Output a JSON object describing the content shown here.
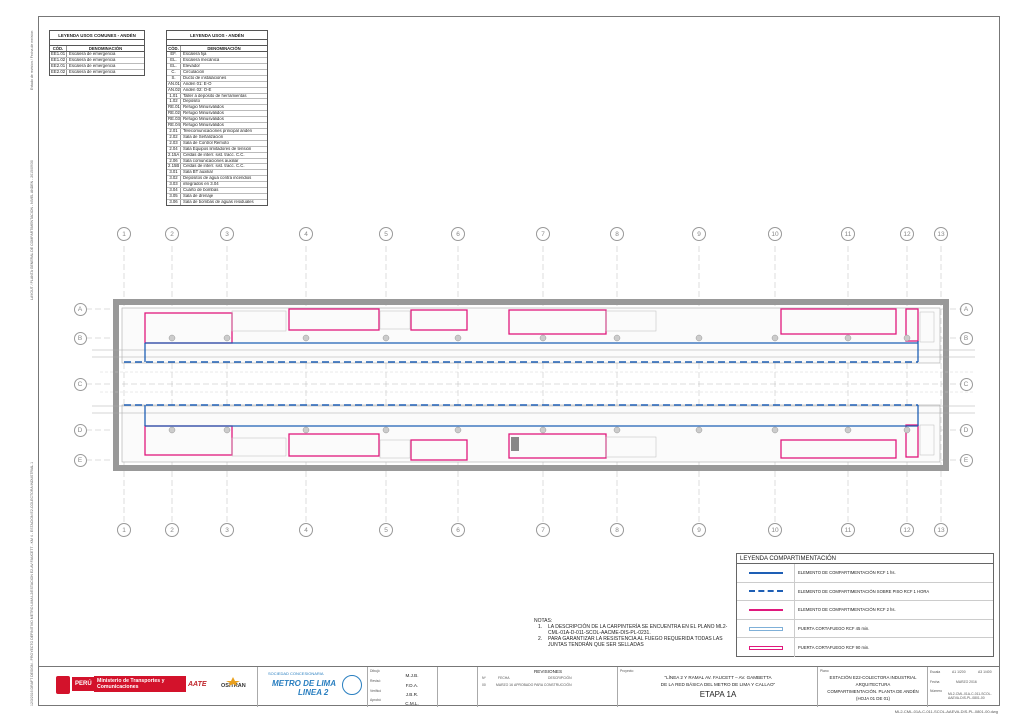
{
  "side_text": {
    "left_lower": "12/3/2016 DRAFT DESIGN - PROYECTO DEFINITIVO METRO LIMA L2/ESTACION E2-AV FAUCETT - KM 4 - ESTACION E2-COLECTORA INDUSTRIAL 1",
    "left_upper": "LAYOUT / PLANTA GENERAL DE COMPARTIMENTACION - NIVEL ANDEN - 2015/09/30",
    "left_top": "Estado de revision / Fecha de emision"
  },
  "legend_comunes": {
    "title": "LEYENDA USOS COMUNES - ANDÉN",
    "col_code": "CÓD.",
    "col_name": "DENOMINACIÓN",
    "rows": [
      {
        "code": "EE1.01",
        "name": "Escalera de emergencia"
      },
      {
        "code": "EE1.02",
        "name": "Escalera de emergencia"
      },
      {
        "code": "EE2.01",
        "name": "Escalera de emergencia"
      },
      {
        "code": "EE2.02",
        "name": "Escalera de emergencia"
      }
    ]
  },
  "legend_usos": {
    "title": "LEYENDA USOS - ANDÉN",
    "col_code": "CÓD.",
    "col_name": "DENOMINACIÓN",
    "rows": [
      {
        "code": "EF.",
        "name": "Escalera fija"
      },
      {
        "code": "EL.",
        "name": "Escalera mecánica"
      },
      {
        "code": "EL.",
        "name": "Elevador"
      },
      {
        "code": "C.",
        "name": "Circulación"
      },
      {
        "code": "S.",
        "name": "Ducto de instalaciones"
      },
      {
        "code": "AN.01",
        "name": "Andén 01: E-O"
      },
      {
        "code": "AN.02",
        "name": "Andén 02: O-E"
      },
      {
        "code": "1.01",
        "name": "Taller a depósito de herramientas"
      },
      {
        "code": "1.02",
        "name": "Depósito"
      },
      {
        "code": "RE.01",
        "name": "Refugio Minusválidos"
      },
      {
        "code": "RE.02",
        "name": "Refugio Minusválidos"
      },
      {
        "code": "RE.03",
        "name": "Refugio Minusválidos"
      },
      {
        "code": "RE.04",
        "name": "Refugio Minusválidos"
      },
      {
        "code": "2.01",
        "name": "Telecomunicaciones principal andén"
      },
      {
        "code": "2.02",
        "name": "Sala de Señalización"
      },
      {
        "code": "2.03",
        "name": "Sala de Control Remoto"
      },
      {
        "code": "2.04",
        "name": "Sala Equipos limitadores de tensión"
      },
      {
        "code": "2.15A",
        "name": "Celdas de interr. sist. tracc. C.C."
      },
      {
        "code": "2.06",
        "name": "Sala comunicaciones auxiliar"
      },
      {
        "code": "2.15B",
        "name": "Celdas de interr. sist. tracc. C.C."
      },
      {
        "code": "3.01",
        "name": "Sala BT auxiliar"
      },
      {
        "code": "3.02",
        "name": "Depósitos de agua contra incendios"
      },
      {
        "code": "3.03",
        "name": "integrados en 3.04"
      },
      {
        "code": "3.04",
        "name": "Cuarto de bombas"
      },
      {
        "code": "3.05",
        "name": "Sala de drenaje"
      },
      {
        "code": "3.06",
        "name": "Sala de bombas de aguas residuales"
      }
    ]
  },
  "grid_columns": [
    "1",
    "2",
    "3",
    "4",
    "5",
    "6",
    "7",
    "8",
    "9",
    "10",
    "11",
    "12",
    "13"
  ],
  "grid_rows": [
    "A",
    "B",
    "C",
    "D",
    "E"
  ],
  "comp_legend": {
    "title": "LEYENDA COMPARTIMENTACIÓN",
    "items": [
      {
        "label": "ELEMENTO DE COMPARTIMENTACIÓN RCF 1 hs.",
        "color": "#1e5fb5"
      },
      {
        "label": "ELEMENTO DE COMPARTIMENTACIÓN SOBRE PISO RCF 1 HORA",
        "color": "#1e5fb5"
      },
      {
        "label": "ELEMENTO DE COMPARTIMENTACIÓN RCF 2 hs.",
        "color": "#e0197d"
      },
      {
        "label": "PUERTA CORTAFUEGO RCF 45 min.",
        "color": "#7fb0d8"
      },
      {
        "label": "PUERTA CORTAFUEGO RCF 90 min.",
        "color": "#e0197d"
      }
    ]
  },
  "notas": {
    "title": "NOTAS:",
    "items": [
      {
        "num": "1.",
        "text": "LA DESCRIPCIÓN DE LA CARPINTERÍA SE ENCUENTRA EN EL PLANO ML2-CML-01A-D-011-SCOL-AACME-DIS-PL-0231."
      },
      {
        "num": "2.",
        "text": "PARA GARANTIZAR LA RESISTENCIA AL FUEGO REQUERIDA TODAS LAS JUNTAS TENDRÁN QUE SER SELLADAS"
      }
    ]
  },
  "title_block": {
    "peru": "PERÚ",
    "ministry": "Ministerio de Transportes y Comunicaciones",
    "aate": "AATE",
    "ositran": "OSITRAN",
    "concesion": "SOCIEDAD CONCESIONARIA",
    "metro": "METRO DE LIMA",
    "linea": "LINEA 2",
    "dibujo_lbl": "Dibujó",
    "dibujo": "M.J.B.",
    "reviso_lbl": "Revisó",
    "reviso": "F.D.A.",
    "verifico_lbl": "Verificó",
    "verifico": "J.B.R.",
    "aprobo_lbl": "Aprobó",
    "aprobo": "C.M.L.",
    "revisiones": "REVISIONES",
    "rev_cols": [
      "Nº",
      "FECHA",
      "DESCRIPCIÓN"
    ],
    "rev_num": "00",
    "rev_date": "MARZO 16",
    "rev_desc": "APROBADO PARA CONSTRUCCIÓN",
    "proyecto_lbl": "Proyecto",
    "project_line1": "\"LÍNEA 2 Y RAMAL AV. FAUCETT – AV. GAMBETTA",
    "project_line2": "DE LA RED BÁSICA DEL METRO DE LIMA Y CALLAO\"",
    "etapa": "ETAPA 1A",
    "plano_lbl": "Plano",
    "plano1": "ESTACIÓN E22-COLECTORA INDUSTRIAL",
    "plano2": "ARQUITECTURA",
    "plano3": "COMPARTIMENTACIÓN. PLANTA DE ANDÉN",
    "plano4": "(HOJA 01 DE 01)",
    "escala_lbl": "Escala",
    "escala": "A1 1/200",
    "escala2": "A3 1/400",
    "fecha_lbl": "Fecha",
    "fecha": "MARZO 2016",
    "numero_lbl": "Número",
    "numero": "ML2-CML-01A-C-011-SCOL-AAEVA-DIS-PL-0801-00",
    "filename": "ML2-CML-01A-C-011-SCOL-AAEVA-DIS-PL-0801-00.dwg"
  }
}
